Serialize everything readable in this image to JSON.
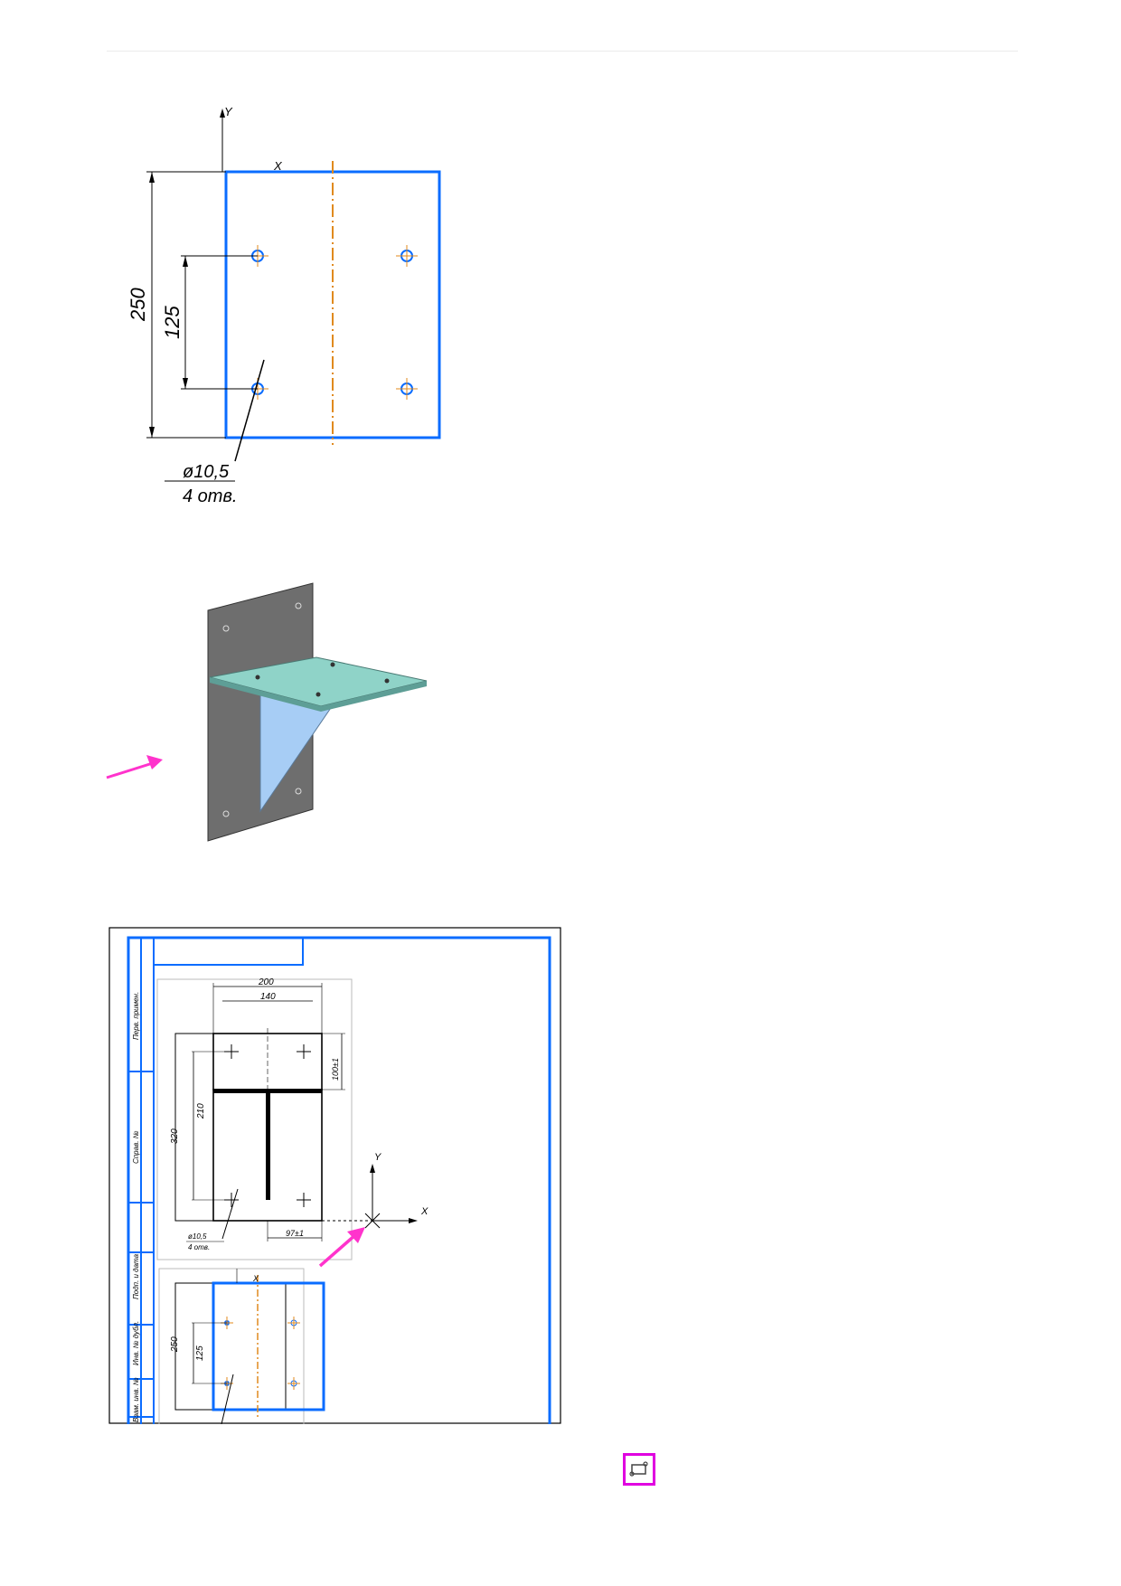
{
  "figure1": {
    "axis_y": "Y",
    "axis_x": "X",
    "dim_height": "250",
    "dim_spacing": "125",
    "hole_diameter": "ø10,5",
    "hole_count": "4 отв."
  },
  "figure2": {
    "plate_color": "#6e6e6e",
    "shelf_color": "#8fd3c8",
    "rib_color": "#a7cdf5",
    "arrow_color": "#ff33cc"
  },
  "figure3": {
    "dim_top_outer": "200",
    "dim_top_inner": "140",
    "dim_right": "100±1",
    "dim_left_inner": "210",
    "dim_left_outer": "320",
    "dim_bottom": "97±1",
    "hole_note_1": "ø10,5",
    "hole_note_2": "4 отв.",
    "axis_y": "Y",
    "axis_x": "X",
    "lower_dim_outer": "250",
    "lower_dim_inner": "125",
    "stamp_1": "Перв. примен.",
    "stamp_2": "Справ. №",
    "stamp_3": "Подп. и дата",
    "stamp_4": "Инв. № дубл.",
    "stamp_5": "Взам. инв. №"
  },
  "toolbar": {
    "icon": "view-origin-icon",
    "accent": "#e000e0"
  },
  "colors": {
    "sheet_blue": "#0a6cff",
    "axis_orange": "#e08a1e",
    "magenta": "#ff33cc"
  }
}
